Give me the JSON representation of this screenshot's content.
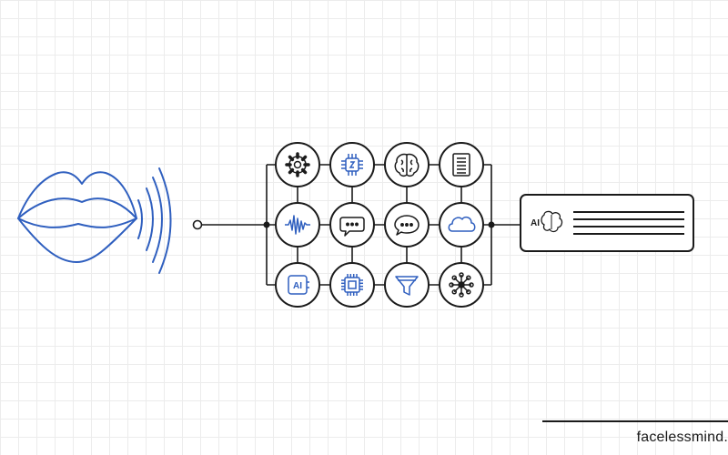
{
  "colors": {
    "accent": "#2f5fbf",
    "ink": "#1a1a1a"
  },
  "brand": {
    "text": "facelessmind."
  },
  "diagram": {
    "source": {
      "icon": "lips-speaking-icon"
    },
    "grid_nodes": [
      {
        "icon": "gear-icon",
        "accent": false
      },
      {
        "icon": "circuit-chip-icon",
        "accent": true
      },
      {
        "icon": "brain-icon",
        "accent": false
      },
      {
        "icon": "document-lines-icon",
        "accent": false
      },
      {
        "icon": "sound-wave-icon",
        "accent": true
      },
      {
        "icon": "speech-bubble-icon",
        "accent": false
      },
      {
        "icon": "chat-bubble-icon",
        "accent": false
      },
      {
        "icon": "cloud-icon",
        "accent": true
      },
      {
        "icon": "ai-chip-icon",
        "accent": true
      },
      {
        "icon": "processor-icon",
        "accent": true
      },
      {
        "icon": "funnel-filter-icon",
        "accent": true
      },
      {
        "icon": "network-hub-icon",
        "accent": false
      }
    ],
    "output": {
      "icon": "ai-brain-icon",
      "label": "AI",
      "text_lines": 4
    }
  }
}
